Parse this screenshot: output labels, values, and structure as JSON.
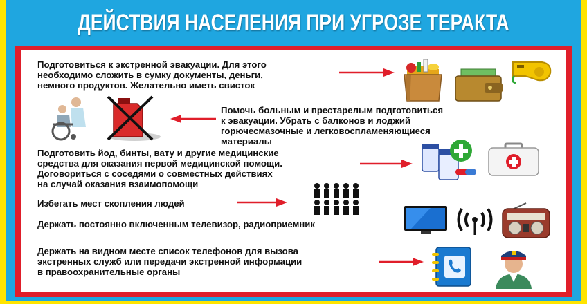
{
  "title": "ДЕЙСТВИЯ НАСЕЛЕНИЯ ПРИ УГРОЗЕ ТЕРАКТА",
  "items": [
    {
      "lines": [
        "Подготовиться к экстренной эвакуации. Для этого",
        "необходимо сложить в сумку документы, деньги,",
        "немного продуктов. Желательно иметь свисток"
      ]
    },
    {
      "lines": [
        "Помочь больным и престарелым подготовиться",
        "к эвакуации. Убрать с балконов и лоджий",
        "горючесмазочные и легковоспламеняющиеся",
        "материалы"
      ]
    },
    {
      "lines": [
        "Подготовить йод, бинты, вату и другие медицинские",
        "средства для оказания первой медицинской помощи.",
        "Договориться с соседями о совместных действиях",
        "на случай оказания взаимопомощи"
      ]
    },
    {
      "lines": [
        "Избегать мест скопления людей"
      ]
    },
    {
      "lines": [
        "Держать постоянно включенным телевизор, радиоприемник"
      ]
    },
    {
      "lines": [
        "Держать на видном месте список телефонов для вызова",
        "экстренных служб или передачи экстренной информации",
        "в правоохранительные органы"
      ]
    }
  ],
  "icons": [
    "grocery-bag-icon",
    "wallet-icon",
    "whistle-icon",
    "wheelchair-icon",
    "no-fuel-canister-icon",
    "medicine-bottles-icon",
    "first-aid-kit-icon",
    "crowd-icon",
    "tv-icon",
    "broadcast-signal-icon",
    "radio-icon",
    "phone-book-icon",
    "police-officer-icon"
  ],
  "colors": {
    "yellow": "#ffe400",
    "blue": "#1fa6e0",
    "red": "#e01e2a",
    "arrow": "#e01e2a"
  }
}
